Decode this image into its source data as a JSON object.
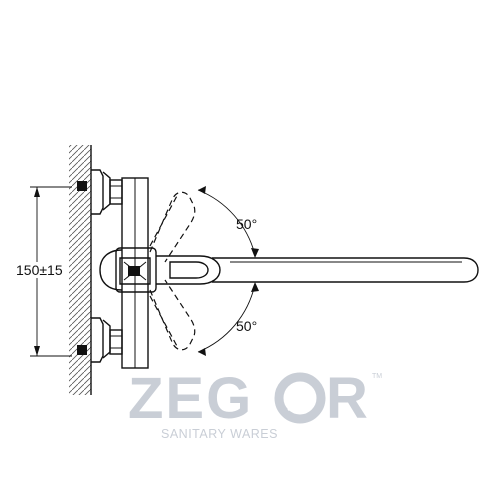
{
  "dimension": {
    "spacing_label": "150±15",
    "angle_up_label": "50°",
    "angle_down_label": "50°"
  },
  "brand": {
    "logo_text_left": "ZEG",
    "logo_text_right": "R",
    "tagline": "SANITARY WARES",
    "trademark": "TM",
    "color": "#c9ced6"
  }
}
